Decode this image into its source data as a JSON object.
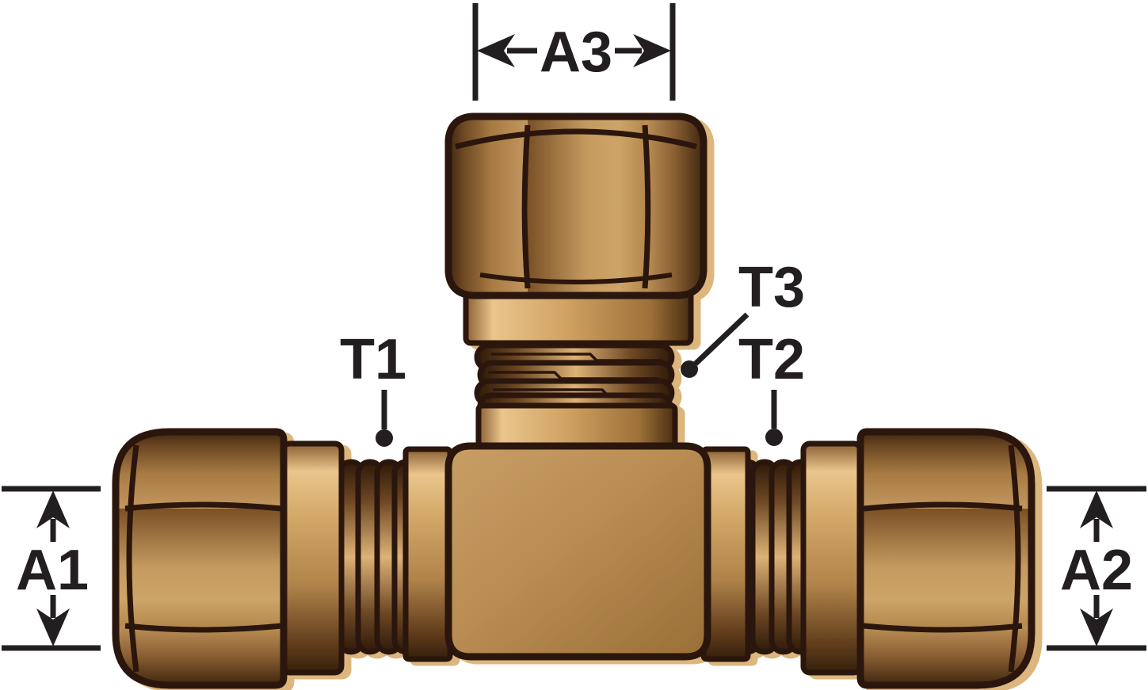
{
  "diagram": {
    "type": "technical-dimension-drawing",
    "subject": "brass-compression-tee-fitting",
    "dimension_labels": {
      "a1": "A1",
      "a2": "A2",
      "a3": "A3"
    },
    "thread_labels": {
      "t1": "T1",
      "t2": "T2",
      "t3": "T3"
    },
    "colors": {
      "background": "#ffffff",
      "annotation": "#231f20",
      "outline": "#2b1708",
      "brass_highlight": "#eac58c",
      "brass_mid": "#c49760",
      "brass_dark": "#6b4520",
      "drop_shadow": "#dcb67c"
    }
  }
}
